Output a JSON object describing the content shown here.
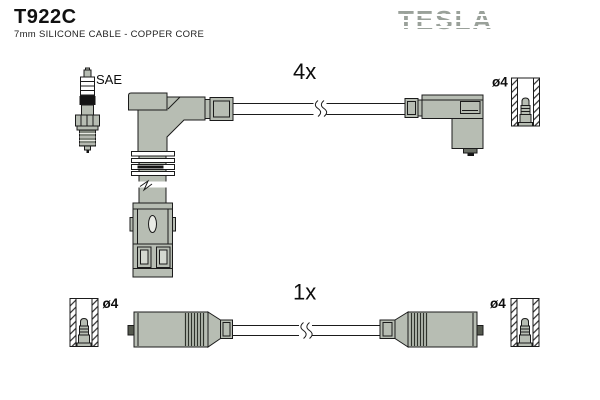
{
  "header": {
    "part_number": "T922C",
    "subtitle": "7mm SILICONE CABLE - COPPER CORE",
    "brand_logo": "TESLA"
  },
  "diagram": {
    "top_assembly": {
      "quantity_label": "4x",
      "plug_type_label": "SAE",
      "terminal_diameter_label": "ø4"
    },
    "bottom_assembly": {
      "quantity_label": "1x",
      "terminal_diameter_label_left": "ø4",
      "terminal_diameter_label_right": "ø4"
    },
    "icons": {
      "spark_plug": "spark-plug-icon",
      "terminal_cup": "terminal-cup-icon",
      "cable_break": "cable-break-icon"
    }
  },
  "colors": {
    "background": "#ffffff",
    "part_fill": "#b7bdb3",
    "part_fill_dark": "#9aa096",
    "outline": "#1b1b1b",
    "brand_gray": "#9aa19a"
  }
}
